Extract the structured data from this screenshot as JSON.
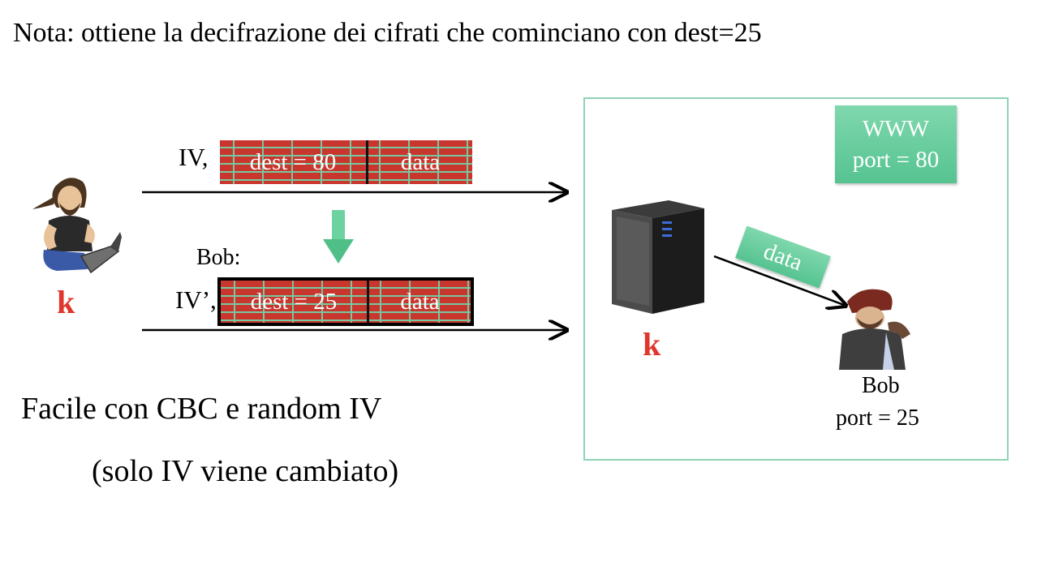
{
  "title": "Nota: ottiene la decifrazione dei cifrati che cominciano con dest=25",
  "packet_top": {
    "prefix": "IV,",
    "dest": "dest = 80",
    "data": "data"
  },
  "packet_bottom": {
    "bob_label": "Bob:",
    "prefix": "IV’,",
    "dest": "dest = 25",
    "data": "data"
  },
  "attacker_key": "k",
  "server_key": "k",
  "www_box": {
    "line1": "WWW",
    "line2": "port = 80"
  },
  "data_tag": "data",
  "bob": {
    "name": "Bob",
    "port": "port = 25"
  },
  "notes": {
    "line1": "Facile con CBC e random IV",
    "line2": "(solo IV viene cambiato)"
  },
  "colors": {
    "brick_red": "#c8362e",
    "mortar_green": "#79c7a0",
    "green_box": "#5cc795",
    "key_red": "#e0362c",
    "frame_green": "#8fd3b6"
  },
  "icons": [
    "attacker-hacker-icon",
    "server-tower-icon",
    "bob-person-icon",
    "down-arrow-icon"
  ]
}
